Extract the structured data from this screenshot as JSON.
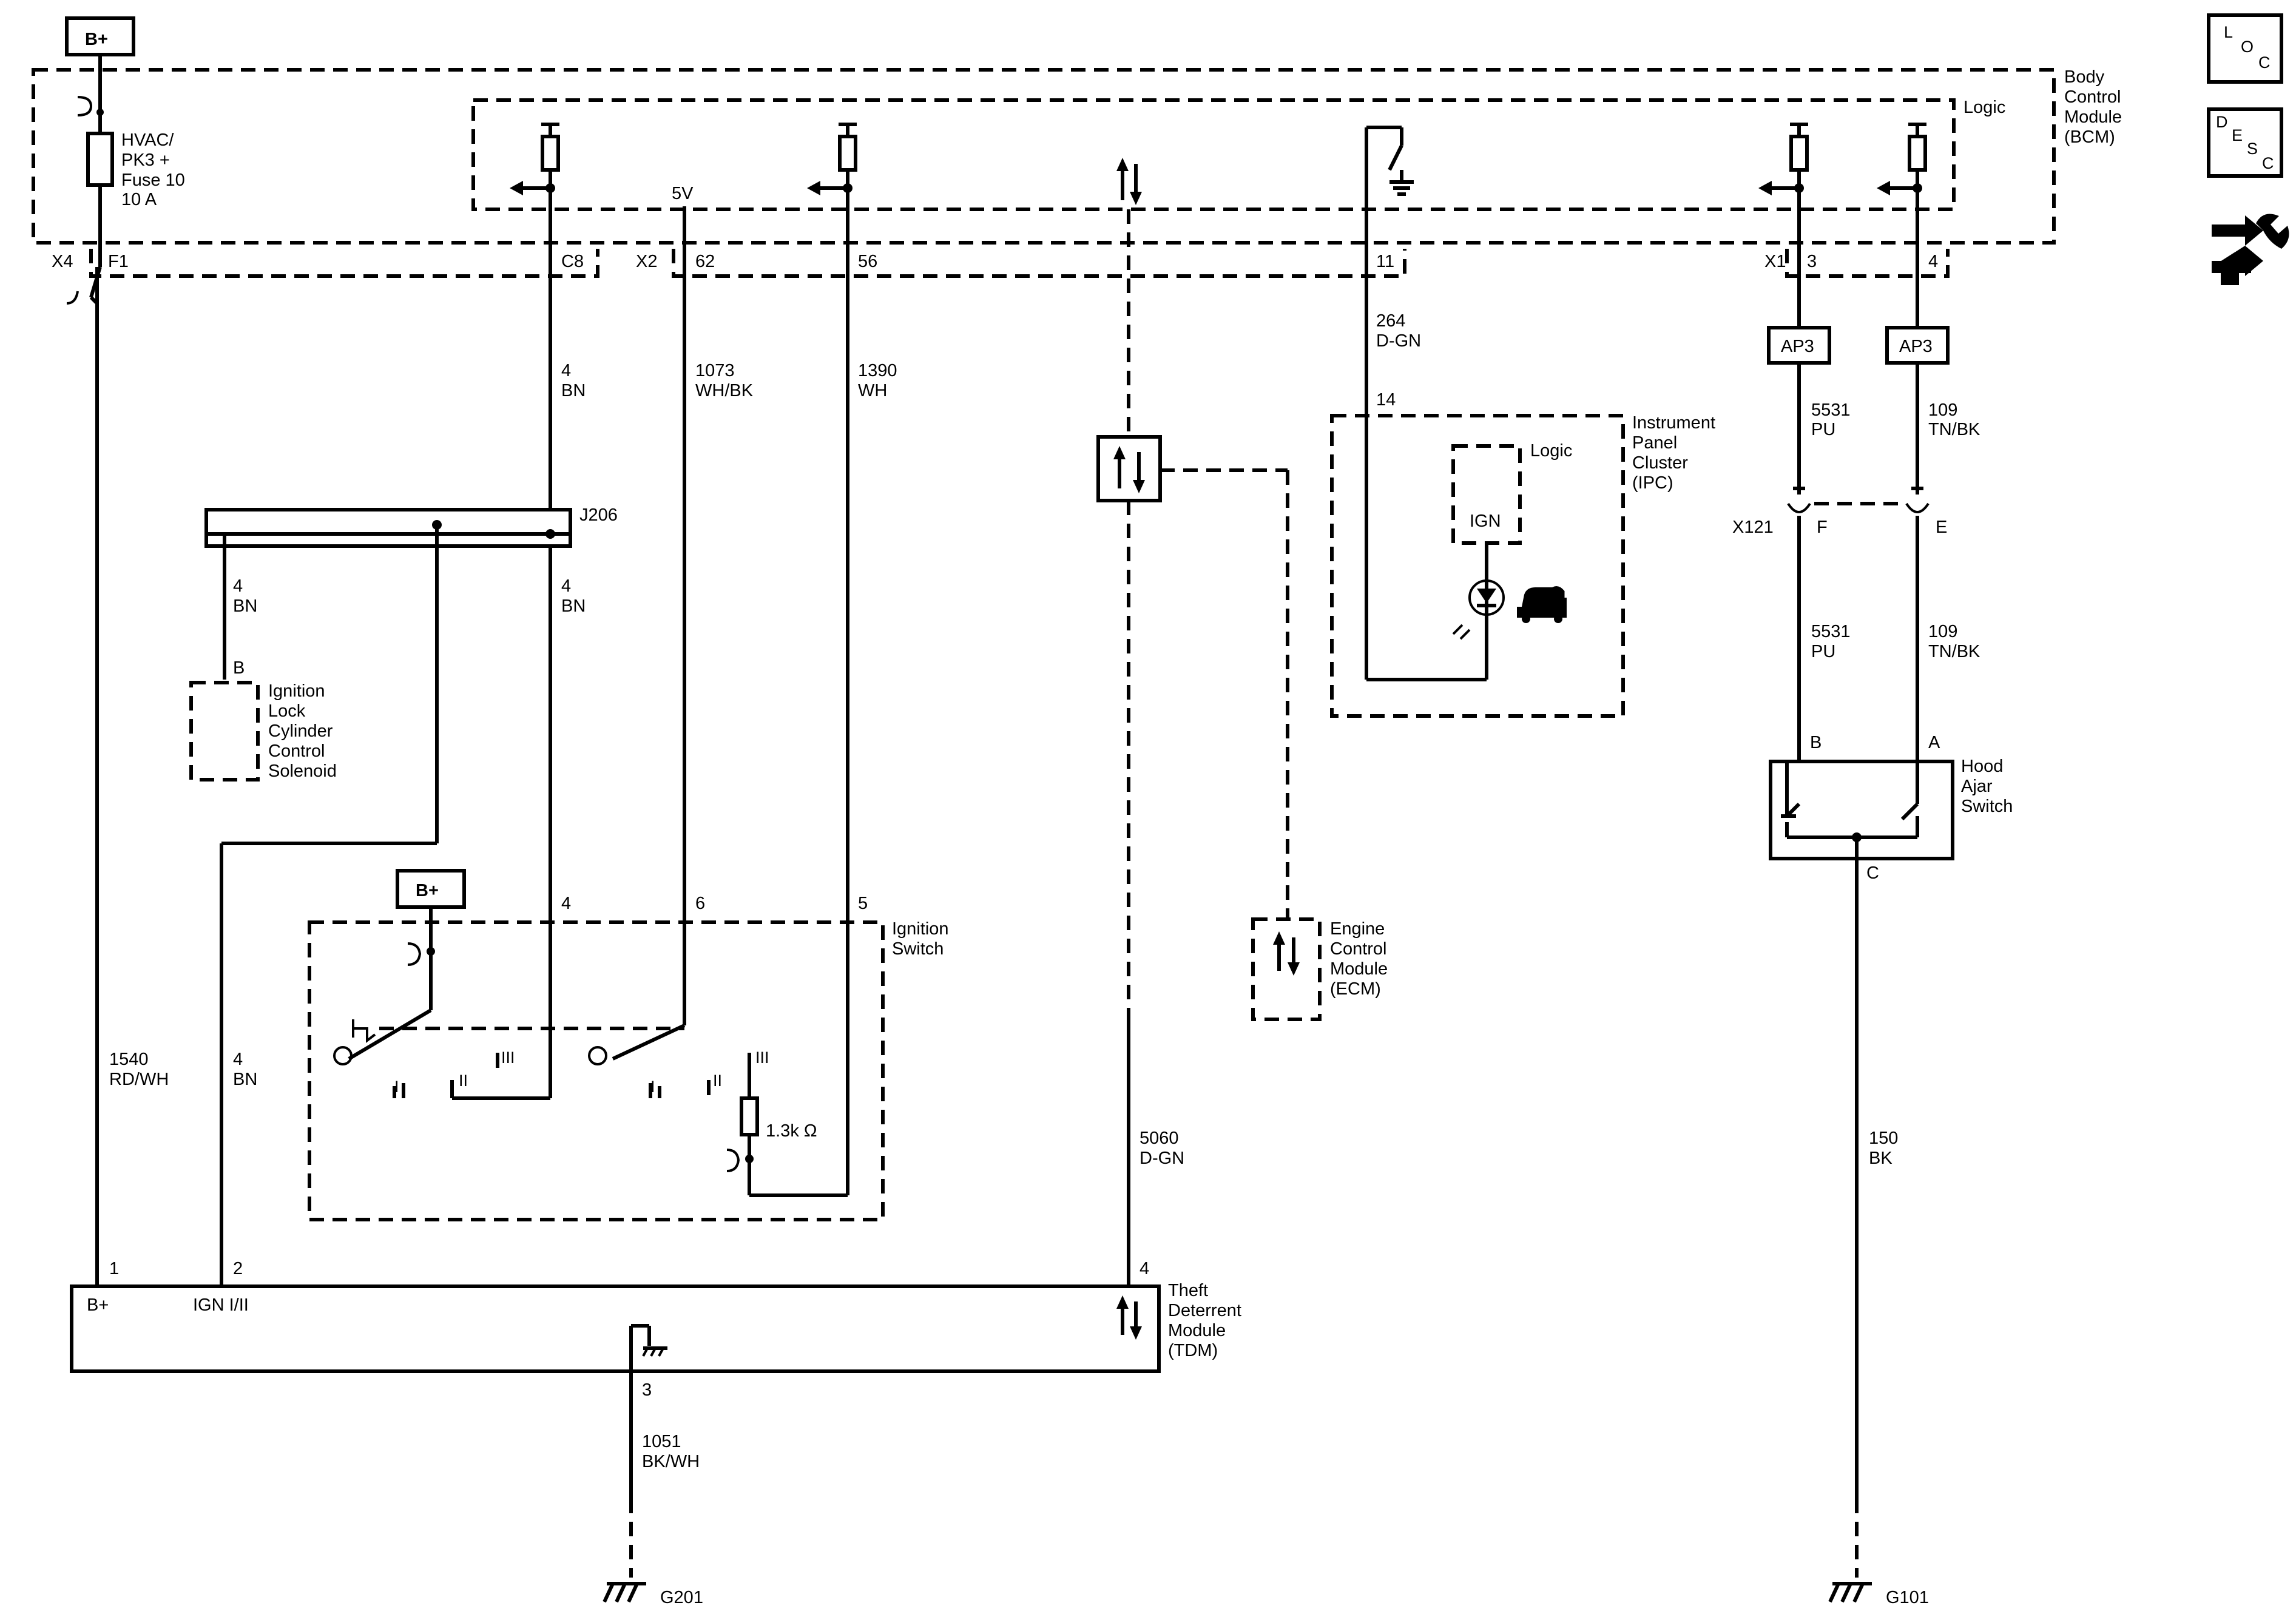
{
  "power": {
    "bplus_top": "B+",
    "bplus_switch": "B+"
  },
  "bcm": {
    "name": "Body Control Module (BCM)",
    "logic_label": "Logic",
    "fuse": {
      "name": "HVAC/ PK3 + Fuse 10",
      "rating": "10 A"
    },
    "five_volt": "5V",
    "connectors": {
      "x4": "X4",
      "f1": "F1",
      "c8": "C8",
      "x2": "X2",
      "p62": "62",
      "p56": "56",
      "p11": "11",
      "x1": "X1",
      "p3": "3",
      "p4": "4"
    }
  },
  "wires": {
    "c8": {
      "circuit": "4",
      "color": "BN"
    },
    "p62": {
      "circuit": "1073",
      "color": "WH/BK"
    },
    "p56": {
      "circuit": "1390",
      "color": "WH"
    },
    "p11": {
      "circuit": "264",
      "color": "D-GN"
    },
    "x1_3": {
      "circuit": "5531",
      "color": "PU"
    },
    "x1_4": {
      "circuit": "109",
      "color": "TN/BK"
    },
    "x121_f": {
      "circuit": "5531",
      "color": "PU"
    },
    "x121_e": {
      "circuit": "109",
      "color": "TN/BK"
    },
    "splice_left": {
      "circuit": "4",
      "color": "BN"
    },
    "splice_right": {
      "circuit": "4",
      "color": "BN"
    },
    "ign_feed": {
      "circuit": "4",
      "color": "BN"
    },
    "tdm_bplus": {
      "circuit": "1540",
      "color": "RD/WH"
    },
    "serial": {
      "circuit": "5060",
      "color": "D-GN"
    },
    "tdm_ground": {
      "circuit": "1051",
      "color": "BK/WH"
    },
    "hood_ground": {
      "circuit": "150",
      "color": "BK"
    }
  },
  "splice": {
    "name": "J206"
  },
  "ap3": {
    "left": "AP3",
    "right": "AP3"
  },
  "x121": {
    "name": "X121",
    "pin_f": "F",
    "pin_e": "E"
  },
  "ipc": {
    "name": "Instrument Panel Cluster (IPC)",
    "pin": "14",
    "logic_label": "Logic",
    "ign_label": "IGN"
  },
  "solenoid": {
    "name": "Ignition Lock Cylinder Control Solenoid",
    "pin": "B"
  },
  "ignition_switch": {
    "name": "Ignition Switch",
    "pins": {
      "p4": "4",
      "p6": "6",
      "p5": "5"
    },
    "positions": {
      "i_a": "I",
      "ii_a": "II",
      "iii_a": "III",
      "i_b": "I",
      "ii_b": "II",
      "iii_b": "III"
    },
    "resistor": "1.3k Ω"
  },
  "ecm": {
    "name": "Engine Control Module (ECM)"
  },
  "tdm": {
    "name": "Theft Deterrent Module (TDM)",
    "pins": {
      "p1": "1",
      "p2": "2",
      "p3": "3",
      "p4": "4"
    },
    "label_bplus": "B+",
    "label_ign": "IGN I/II"
  },
  "hood": {
    "name": "Hood Ajar Switch",
    "pin_a": "A",
    "pin_b": "B",
    "pin_c": "C"
  },
  "grounds": {
    "g201": "G201",
    "g101": "G101"
  },
  "nav": {
    "loc": {
      "l": "L",
      "o": "O",
      "c": "C"
    },
    "desc": {
      "d": "D",
      "e": "E",
      "s": "S",
      "c": "C"
    },
    "repair_icon": "repair-tools-icon"
  }
}
